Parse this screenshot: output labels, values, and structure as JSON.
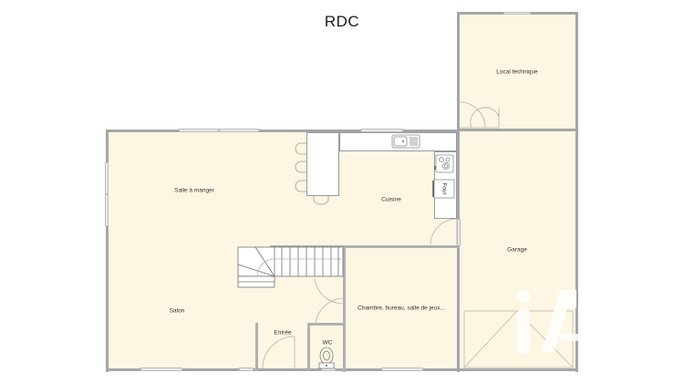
{
  "plan": {
    "title": "RDC",
    "colors": {
      "floor": "#fdf6e3",
      "wall": "#a6a6a6",
      "fixture_line": "#9a9a9a",
      "background": "#ffffff",
      "watermark": "#ffffff"
    },
    "rooms": [
      {
        "id": "local-technique",
        "label": "Local technique"
      },
      {
        "id": "salle-a-manger",
        "label": "Salle à manger"
      },
      {
        "id": "cuisine",
        "label": "Cuisine"
      },
      {
        "id": "garage",
        "label": "Garage"
      },
      {
        "id": "salon",
        "label": "Salon"
      },
      {
        "id": "entree",
        "label": "Entrée"
      },
      {
        "id": "wc",
        "label": "WC"
      },
      {
        "id": "chambre",
        "label": "Chambre, bureau, salle de jeux..."
      }
    ],
    "fixtures": {
      "oven_label": "Four",
      "sink": "sink-icon",
      "hob": "hob-icon",
      "toilet": "toilet-icon",
      "stairs": "stairs-icon",
      "garage_door": "garage-door-icon"
    },
    "watermark": "iad-logo"
  }
}
